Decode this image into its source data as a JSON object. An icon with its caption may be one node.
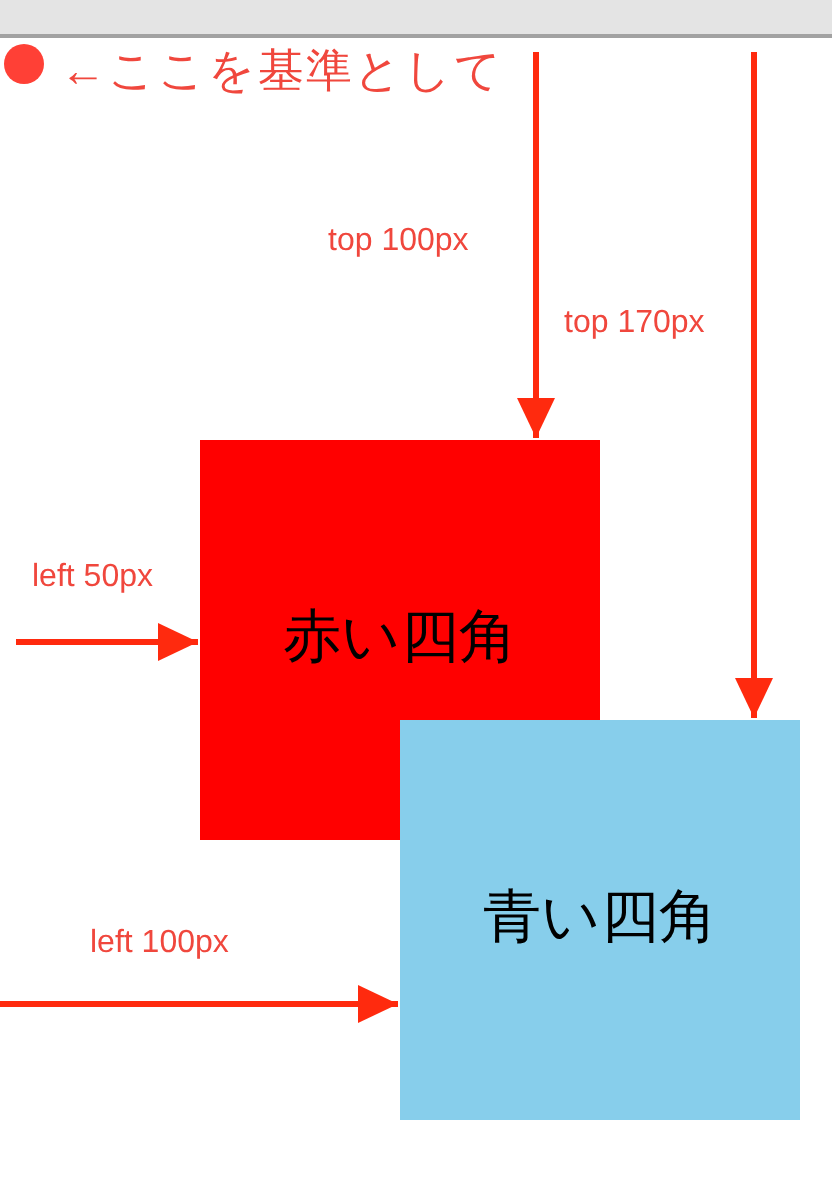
{
  "diagram": {
    "nodes": [
      {
        "text": [],
        "shape": "circle",
        "beside": [
          "←ここを基準として"
        ]
      },
      {
        "text": [
          "赤い四角"
        ]
      },
      {
        "text": [
          "青い四角"
        ]
      }
    ],
    "edges": [
      {
        "from": 0,
        "to": 1,
        "arrow": "to",
        "label": "top 100px"
      },
      {
        "from": 0,
        "to": 2,
        "arrow": "to",
        "label": "top 170px"
      },
      {
        "from": null,
        "to": 1,
        "arrow": "to",
        "label": "left 50px"
      },
      {
        "from": null,
        "to": 2,
        "arrow": "to",
        "label": "left 100px"
      }
    ]
  }
}
